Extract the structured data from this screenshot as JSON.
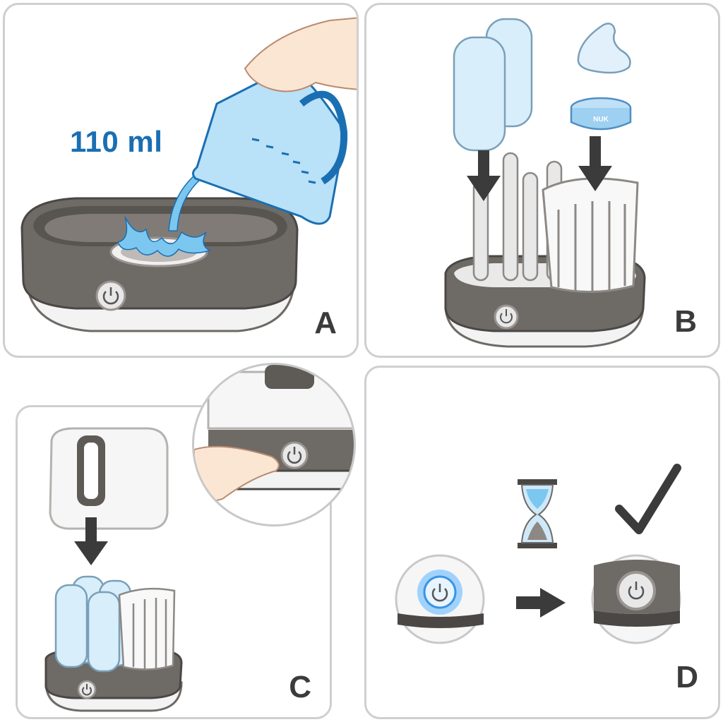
{
  "panels": {
    "a": {
      "letter": "A",
      "volume_label": "110 ml"
    },
    "b": {
      "letter": "B",
      "ring_text": "NUK"
    },
    "c": {
      "letter": "C"
    },
    "d": {
      "letter": "D"
    }
  },
  "colors": {
    "water": "#7cc7f0",
    "water_dark": "#1a6fb3",
    "base_gray": "#6e6a66",
    "base_dark": "#4a4744",
    "panel_border": "#cfcfcf",
    "glow": "#5ab4ff"
  },
  "icons": [
    "hand-icon",
    "measuring-jug-icon",
    "power-button-icon",
    "down-arrow-icon",
    "right-arrow-icon",
    "hourglass-icon",
    "checkmark-icon",
    "baby-bottle-icon",
    "teat-icon",
    "screw-ring-icon",
    "finger-icon",
    "steam-lid-icon"
  ]
}
